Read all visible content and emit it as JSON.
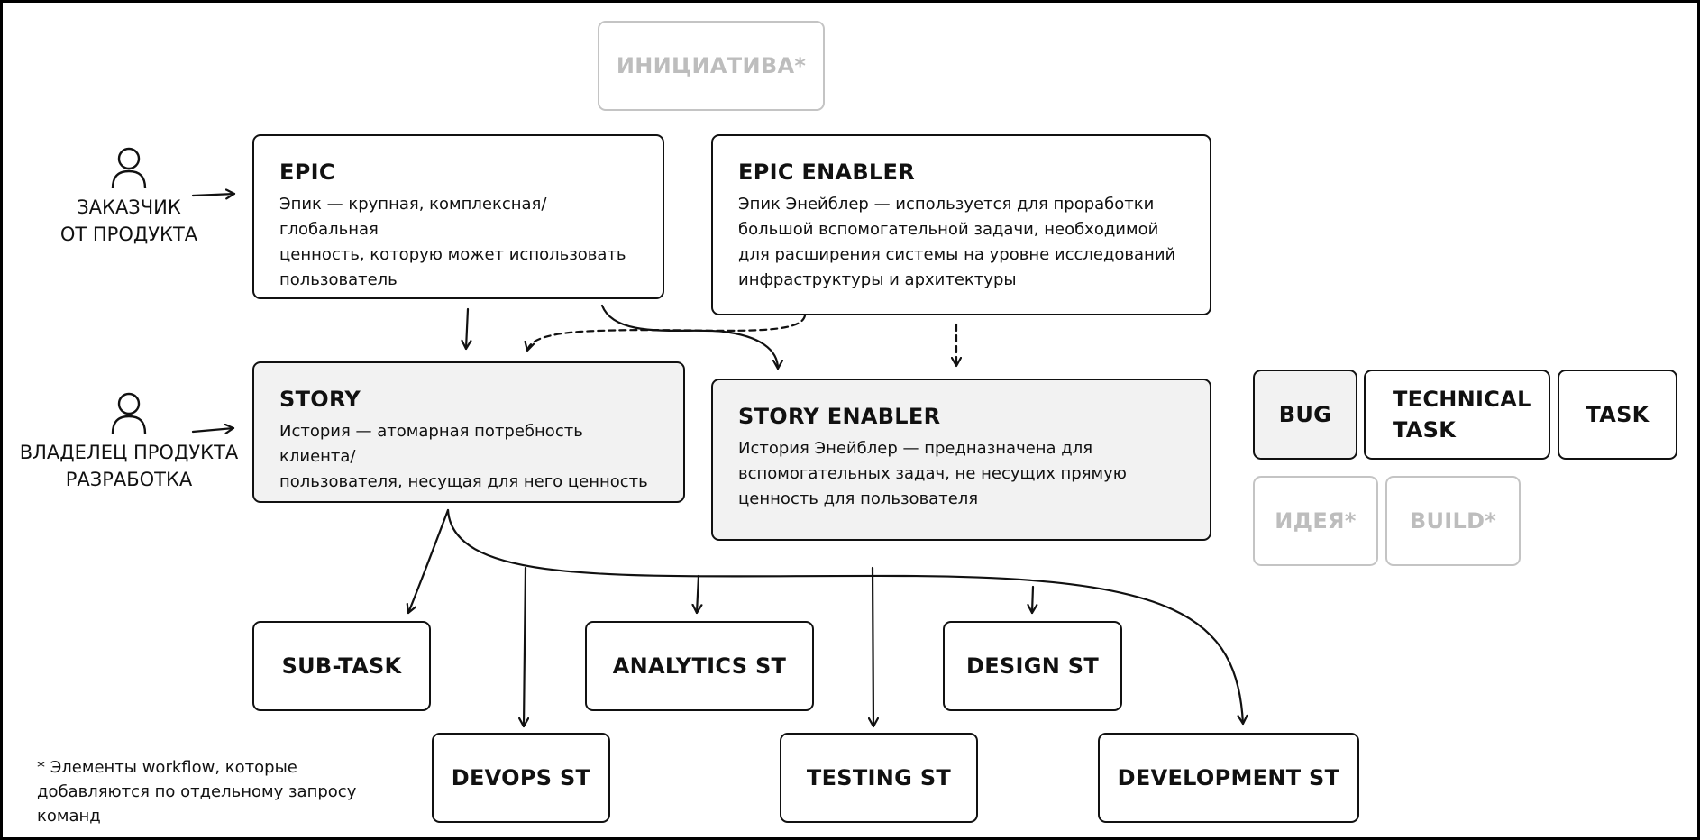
{
  "initiative": {
    "title": "ИНИЦИАТИВА*"
  },
  "actors": {
    "customer": {
      "line1": "ЗАКАЗЧИК",
      "line2": "ОТ ПРОДУКТА",
      "icon": "person-icon"
    },
    "owner": {
      "line1": "ВЛАДЕЛЕЦ ПРОДУКТА",
      "line2": "РАЗРАБОТКА",
      "icon": "person-icon"
    }
  },
  "epic": {
    "title": "EPIC",
    "desc": [
      "Эпик — крупная, комплексная/глобальная",
      "ценность, которую может использовать",
      "пользователь"
    ]
  },
  "epic_enabler": {
    "title": "EPIC ENABLER",
    "desc": [
      "Эпик Энейблер — используется для проработки",
      "большой вспомогательной задачи, необходимой",
      "для расширения системы на уровне исследований",
      "инфраструктуры и архитектуры"
    ]
  },
  "story": {
    "title": "STORY",
    "desc": [
      "История — атомарная потребность клиента/",
      "пользователя, несущая для него ценность"
    ]
  },
  "story_enabler": {
    "title": "STORY ENABLER",
    "desc": [
      "История Энейблер — предназначена для",
      "вспомогательных задач, не несущих прямую",
      "ценность для пользователя"
    ]
  },
  "side_types": {
    "bug": "BUG",
    "technical_task": [
      "TECHNICAL",
      "TASK"
    ],
    "task": "TASK",
    "idea": "ИДЕЯ*",
    "build": "BUILD*"
  },
  "subtasks": {
    "sub_task": "SUB-TASK",
    "analytics": "ANALYTICS ST",
    "design": "DESIGN ST",
    "devops": "DEVOPS ST",
    "testing": "TESTING ST",
    "development": "DEVELOPMENT ST"
  },
  "footnote": [
    "* Элементы workflow, которые",
    "добавляются по отдельному запросу",
    "команд"
  ],
  "colors": {
    "stroke": "#111111",
    "shaded": "#f2f2f2",
    "ghost_border": "#c4c4c4",
    "ghost_text": "#bdbdbd"
  }
}
